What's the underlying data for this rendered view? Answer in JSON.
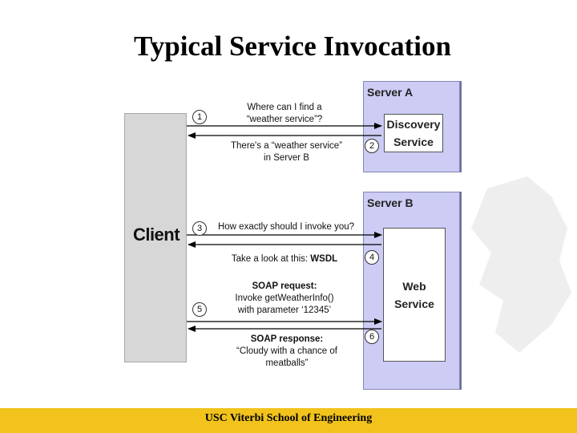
{
  "title": "Typical Service Invocation",
  "client": {
    "label": "Client"
  },
  "server_a": {
    "label": "Server A",
    "discovery_line1": "Discovery",
    "discovery_line2": "Service"
  },
  "server_b": {
    "label": "Server B",
    "webservice_line1": "Web",
    "webservice_line2": "Service"
  },
  "steps": [
    "1",
    "2",
    "3",
    "4",
    "5",
    "6"
  ],
  "messages": {
    "m1_line1": "Where can I find a",
    "m1_line2": "“weather service”?",
    "m2_line1": "There's a “weather service”",
    "m2_line2": "in Server B",
    "m3": "How exactly should I invoke you?",
    "m4_prefix": "Take a look at this: ",
    "m4_bold": "WSDL",
    "m5_line1": "SOAP request:",
    "m5_line2": "Invoke getWeatherInfo()",
    "m5_line3": "with parameter ‘12345’",
    "m6_line1": "SOAP response:",
    "m6_line2": "“Cloudy with a chance of",
    "m6_line3": "meatballs”"
  },
  "footer": "USC Viterbi School of Engineering",
  "colors": {
    "server_fill": "#ccccf4",
    "client_fill": "#d7d7d7",
    "footer_bar": "#f1c31c"
  }
}
